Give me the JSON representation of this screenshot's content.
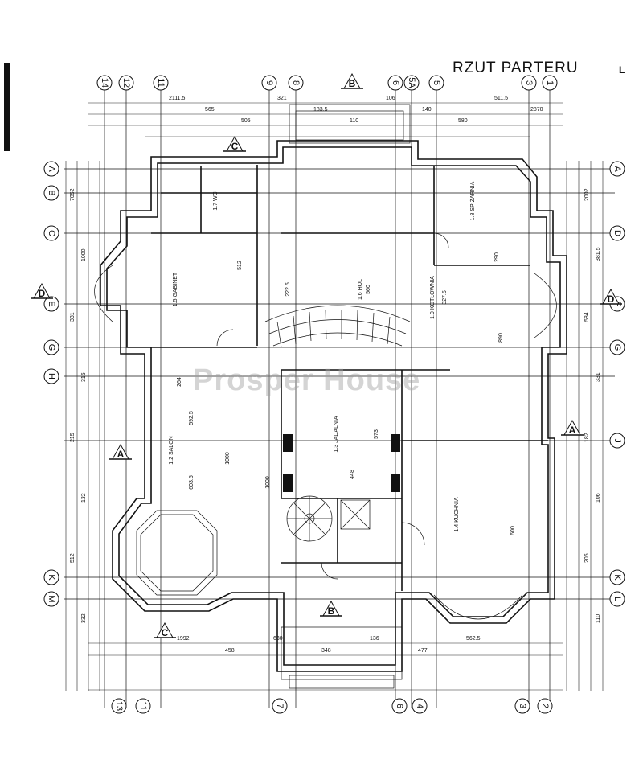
{
  "title": "RZUT PARTERU",
  "sheet_id": "L",
  "watermark": "Prosper House",
  "axes_top": [
    "14",
    "12",
    "11",
    "9",
    "8",
    "6",
    "5A",
    "5",
    "3",
    "1"
  ],
  "axes_bottom": [
    "13",
    "11",
    "7",
    "6",
    "4",
    "3",
    "2"
  ],
  "axes_left": [
    "A",
    "B",
    "C",
    "E",
    "G",
    "H",
    "K",
    "M"
  ],
  "axes_right": [
    "A",
    "D",
    "F",
    "G",
    "J",
    "K",
    "L"
  ],
  "sections": {
    "A": "A",
    "B": "B",
    "C": "C",
    "D": "D"
  },
  "dims_top": [
    "2111.5",
    "565",
    "505",
    "321",
    "183.5",
    "110",
    "106",
    "140",
    "580",
    "511.5",
    "2870"
  ],
  "dims_left": [
    "7052",
    "1000",
    "331",
    "315",
    "215",
    "132",
    "512",
    "332"
  ],
  "dims_right": [
    "2002",
    "381.5",
    "584",
    "331",
    "182",
    "106",
    "205",
    "110"
  ],
  "dims_bottom": [
    "1992",
    "458",
    "630",
    "348",
    "136",
    "477",
    "562.5"
  ],
  "room_labels": [
    "1.2 SALON",
    "1.3 JADALNIA",
    "1.4 KUCHNIA",
    "1.5 GABINET",
    "1.6 HOL",
    "1.7 WC",
    "1.8 SPIŻARNIA",
    "1.9 KOTŁOWNIA"
  ],
  "room_dims": [
    "592.5",
    "1000",
    "603.5",
    "1000",
    "573",
    "448",
    "560",
    "222.5",
    "890",
    "600",
    "512",
    "264",
    "327.5",
    "290"
  ]
}
